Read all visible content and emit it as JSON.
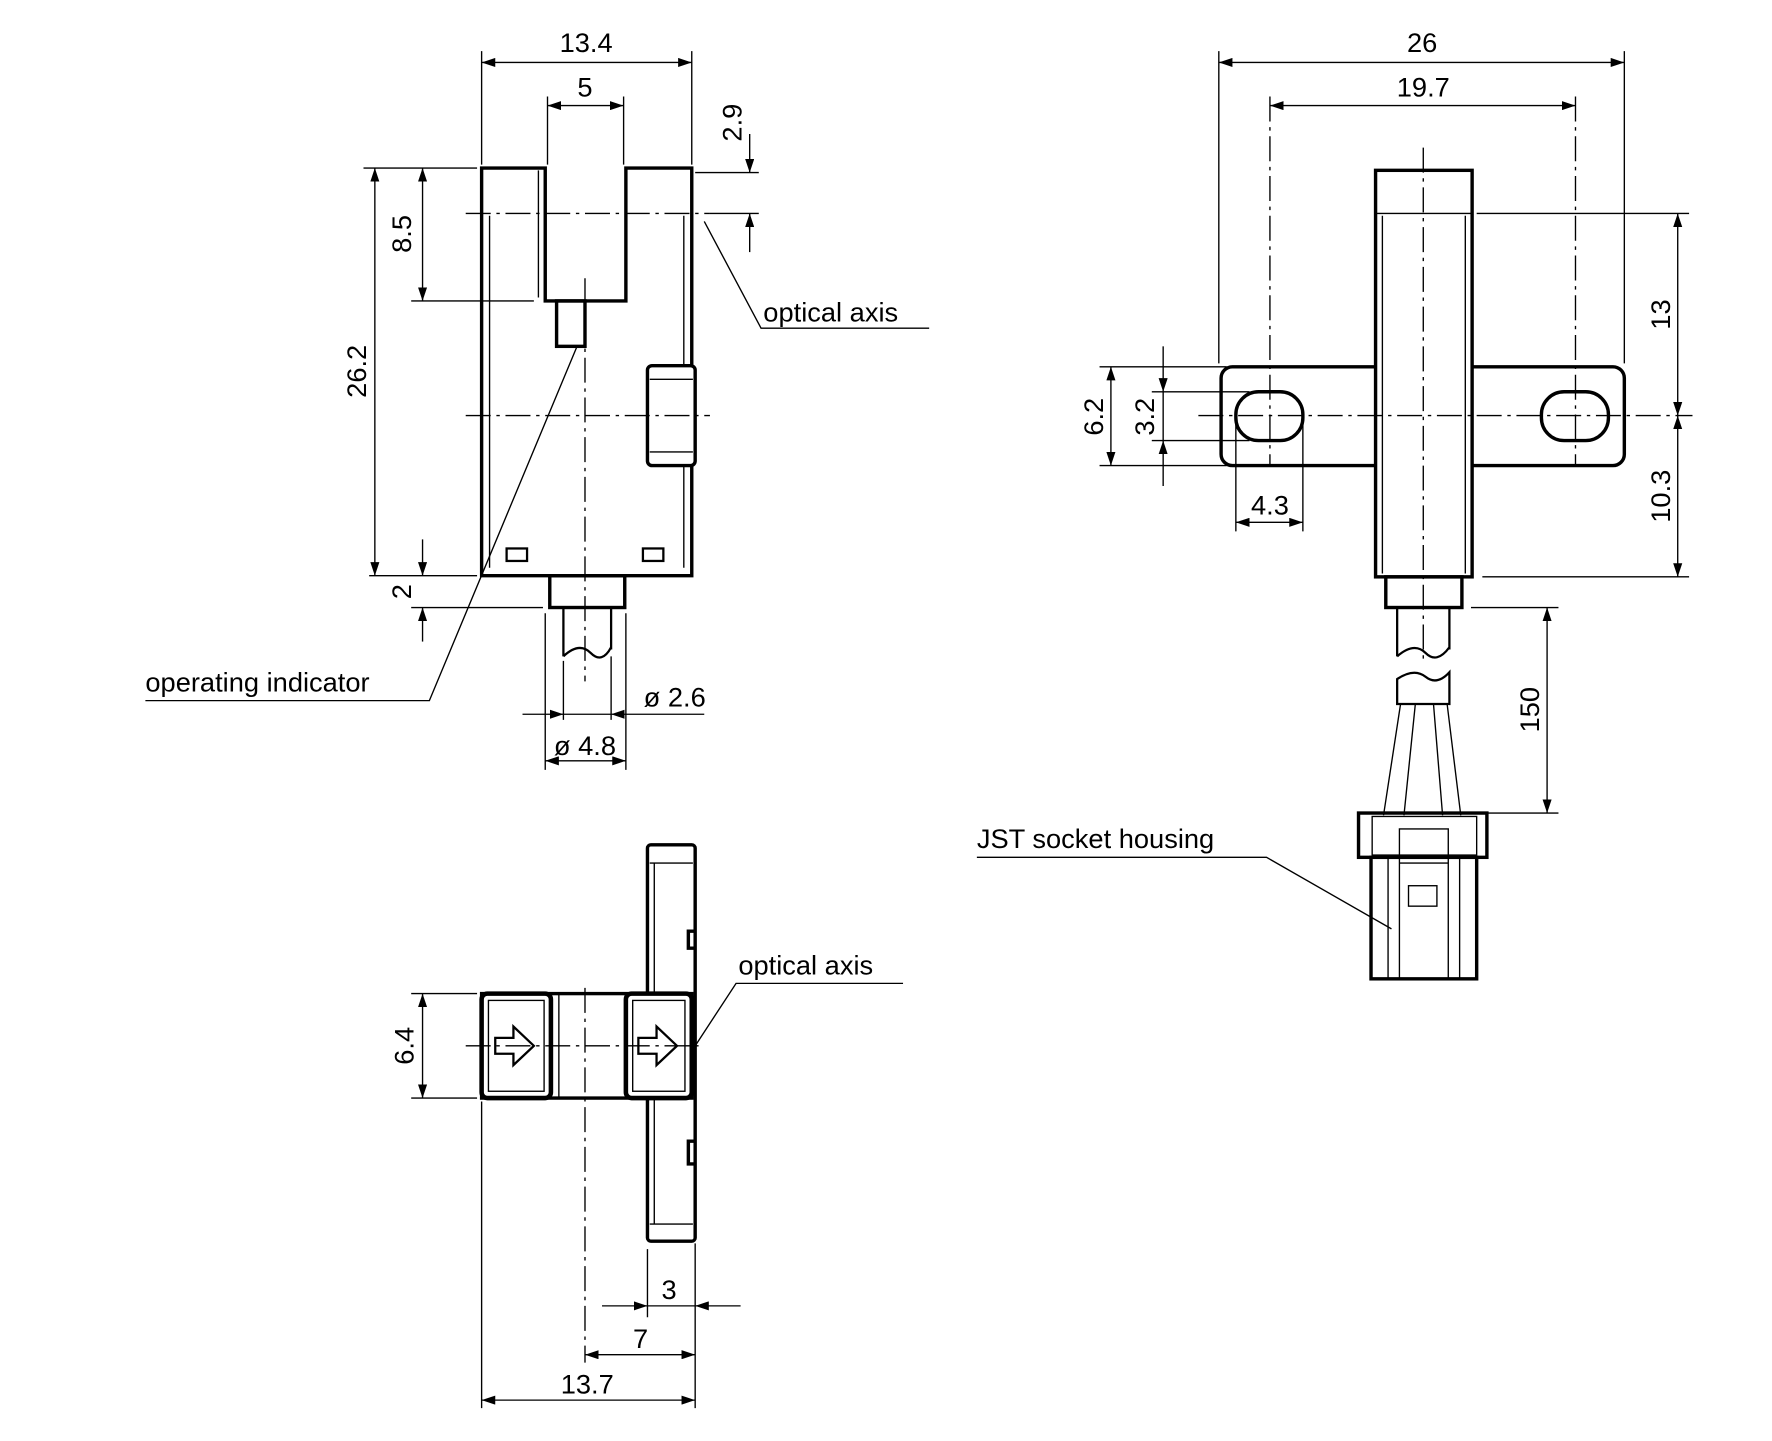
{
  "labels": {
    "optical_axis_top": "optical axis",
    "operating_indicator": "operating indicator",
    "optical_axis_bottom": "optical axis",
    "jst_socket_housing": "JST socket housing"
  },
  "dims": {
    "width_13_4": "13.4",
    "slot_5": "5",
    "axis_2_9": "2.9",
    "depth_8_5": "8.5",
    "height_26_2": "26.2",
    "gland_2": "2",
    "dia_2_6": "ø 2.6",
    "dia_4_8": "ø 4.8",
    "width_26": "26",
    "hole_pitch_19_7": "19.7",
    "upper_13": "13",
    "lower_10_3": "10.3",
    "cable_150": "150",
    "flange_6_2": "6.2",
    "slot_3_2": "3.2",
    "slot_4_3": "4.3",
    "depth_6_4": "6.4",
    "plate_3": "3",
    "axis_7": "7",
    "total_13_7": "13.7"
  }
}
